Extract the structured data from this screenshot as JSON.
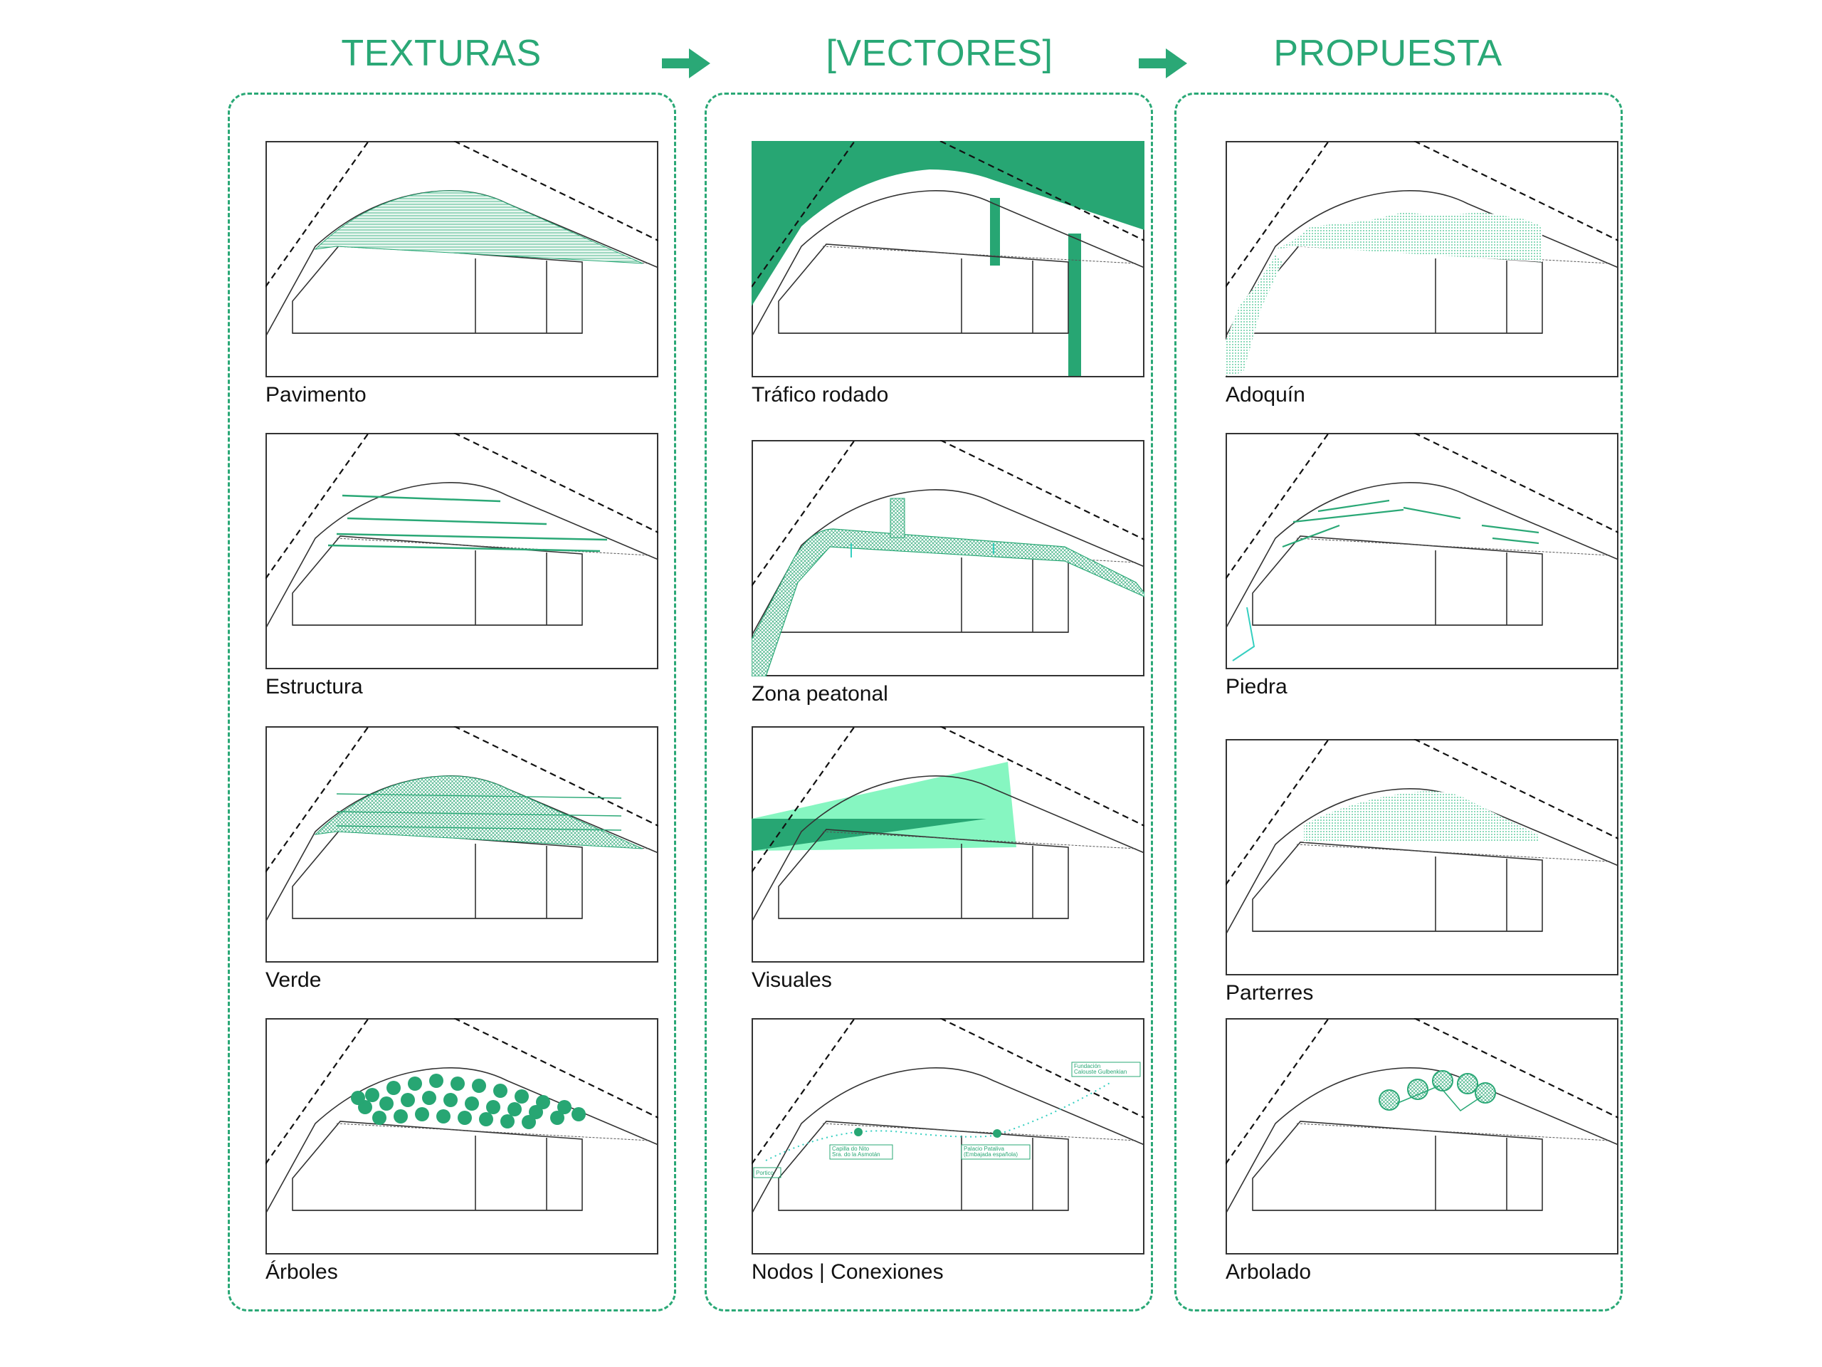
{
  "colors": {
    "accent": "#2aa876",
    "dark_green": "#27a673",
    "light_green": "#7ff5be",
    "cyan": "#35cfc0",
    "line": "#333333"
  },
  "columns": [
    {
      "title": "TEXTURAS",
      "captions": [
        "Pavimento",
        "Estructura",
        "Verde",
        "Árboles"
      ]
    },
    {
      "title": "[VECTORES]",
      "captions": [
        "Tráfico rodado",
        "Zona peatonal",
        "Visuales",
        "Nodos | Conexiones"
      ]
    },
    {
      "title": "PROPUESTA",
      "captions": [
        "Adoquín",
        "Piedra",
        "Parterres",
        "Arbolado"
      ]
    }
  ],
  "nodes": {
    "left_arrow_label": "Portico",
    "capilla": [
      "Capilla do Nito",
      "Sra. do la Asmotán"
    ],
    "palacio": [
      "Palacio Pataliva",
      "(Embajada española)"
    ],
    "fundacion": [
      "Fundación",
      "Calouste Gulbenkian"
    ]
  }
}
